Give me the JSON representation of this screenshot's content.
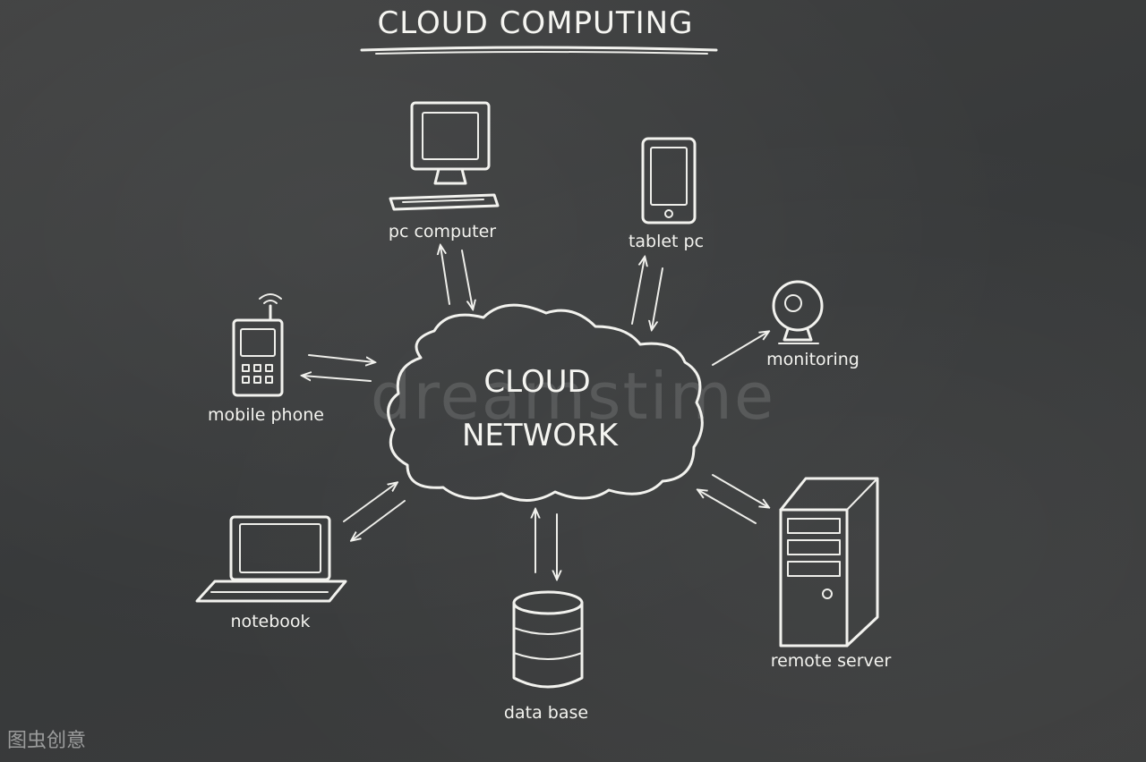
{
  "title": "CLOUD COMPUTING",
  "cloud": {
    "line1": "CLOUD",
    "line2": "NETWORK"
  },
  "nodes": {
    "pc_computer": "pc computer",
    "tablet_pc": "tablet pc",
    "monitoring": "monitoring",
    "mobile_phone": "mobile phone",
    "notebook": "notebook",
    "data_base": "data base",
    "remote_server": "remote server"
  },
  "watermarks": {
    "stock": "dreamstime",
    "corner": "图虫创意"
  },
  "colors": {
    "board": "#3b3c3c",
    "chalk": "#f2f2ee"
  }
}
